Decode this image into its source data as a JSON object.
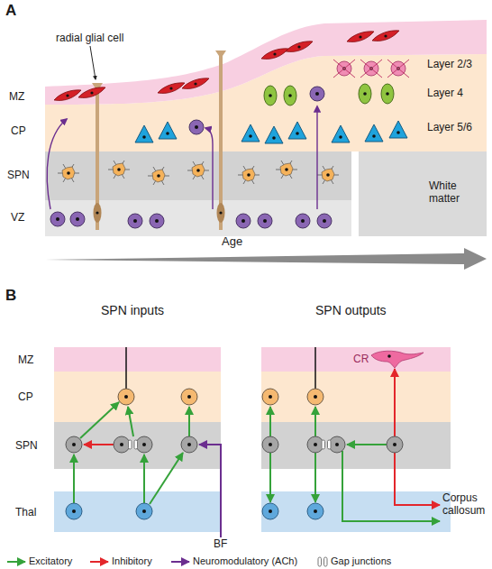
{
  "diagram": {
    "nodes": [
      {
        "text": [
          "MZ"
        ]
      },
      {
        "text": [
          "CP"
        ]
      },
      {
        "text": [
          "SPN"
        ]
      },
      {
        "text": [
          "Thal"
        ]
      },
      {
        "text": [
          "CR"
        ]
      }
    ],
    "labels": [
      "A",
      "radial glial cell",
      "MZ",
      "CP",
      "SPN",
      "VZ",
      "Layer 2/3",
      "Layer 4",
      "Layer 5/6",
      "White matter",
      "Age",
      "B",
      "SPN inputs",
      "SPN outputs",
      "BF",
      "Corpus callosum"
    ],
    "legend": [
      {
        "text": "Excitatory"
      },
      {
        "text": "Inhibitory"
      },
      {
        "text": "Neuromodulatory (ACh)"
      },
      {
        "text": "Gap junctions"
      }
    ]
  }
}
